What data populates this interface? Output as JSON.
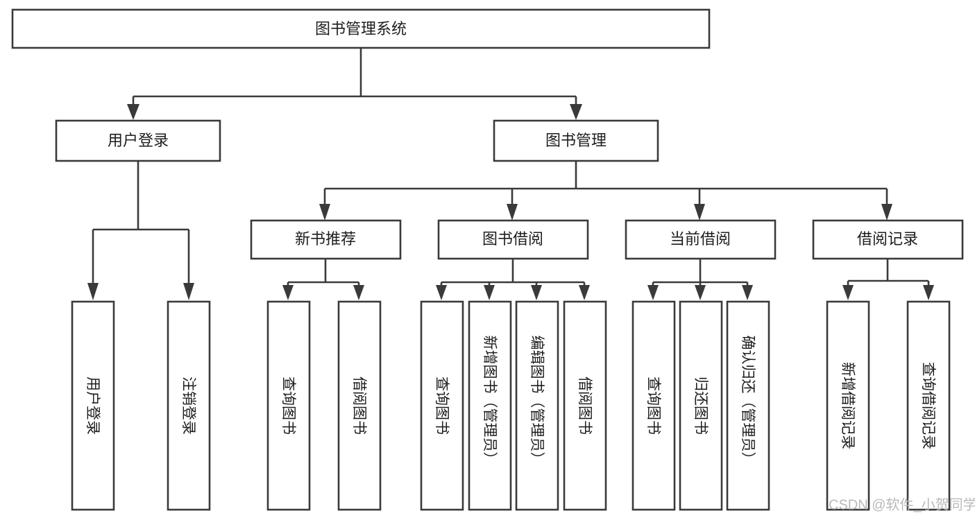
{
  "diagram": {
    "title": "图书管理系统",
    "type": "hierarchy-tree",
    "background_color": "#ffffff",
    "line_color": "#3a3a3a",
    "text_color": "#1d1d1d",
    "watermark": "CSDN @软件_小贺同学",
    "watermark_color": "#b9b9b9"
  },
  "root": {
    "label": "图书管理系统"
  },
  "level2": [
    {
      "label": "用户登录"
    },
    {
      "label": "图书管理"
    }
  ],
  "level3": [
    {
      "label": "新书推荐"
    },
    {
      "label": "图书借阅"
    },
    {
      "label": "当前借阅"
    },
    {
      "label": "借阅记录"
    }
  ],
  "leaves": {
    "user_login": [
      {
        "label": "用户登录"
      },
      {
        "label": "注销登录"
      }
    ],
    "new_book_recommend": [
      {
        "label": "查询图书"
      },
      {
        "label": "借阅图书"
      }
    ],
    "book_borrow": [
      {
        "label": "查询图书"
      },
      {
        "label": "新增图书（管理员）"
      },
      {
        "label": "编辑图书（管理员）"
      },
      {
        "label": "借阅图书"
      }
    ],
    "current_borrow": [
      {
        "label": "查询图书"
      },
      {
        "label": "归还图书"
      },
      {
        "label": "确认归还（管理员）"
      }
    ],
    "borrow_record": [
      {
        "label": "新增借阅记录"
      },
      {
        "label": "查询借阅记录"
      }
    ]
  }
}
